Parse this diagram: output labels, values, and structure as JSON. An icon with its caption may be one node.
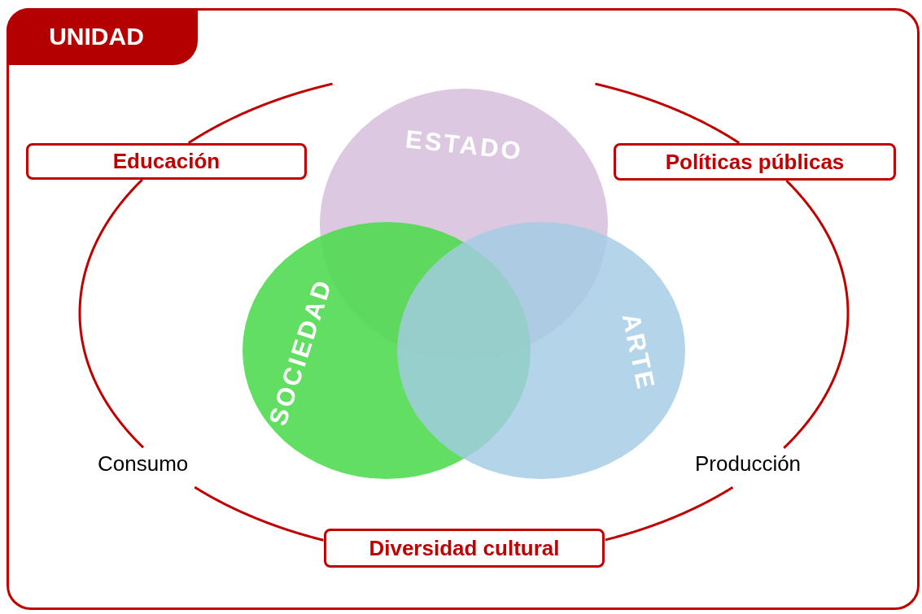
{
  "diagram": {
    "nodes": [
      {
        "text": [
          "UNIDAD"
        ]
      },
      {
        "text": [
          "ESTADO"
        ],
        "in": 0
      },
      {
        "text": [
          "SOCIEDAD"
        ],
        "in": 0
      },
      {
        "text": [
          "ARTE"
        ],
        "in": 0
      },
      {
        "text": [
          "Educación"
        ],
        "in": 0
      },
      {
        "text": [
          "Políticas públicas"
        ],
        "in": 0
      },
      {
        "text": [
          "Consumo"
        ],
        "in": 0
      },
      {
        "text": [
          "Producción"
        ],
        "in": 0
      },
      {
        "text": [
          "Diversidad cultural"
        ],
        "in": 0
      }
    ],
    "edges": [
      {
        "from": null,
        "to": 4,
        "arrow": "none"
      },
      {
        "from": 4,
        "to": 6,
        "arrow": "none"
      },
      {
        "from": 6,
        "to": 8,
        "arrow": "none"
      },
      {
        "from": 8,
        "to": 7,
        "arrow": "none"
      },
      {
        "from": 7,
        "to": 5,
        "arrow": "none"
      },
      {
        "from": 5,
        "to": null,
        "arrow": "none"
      }
    ]
  }
}
